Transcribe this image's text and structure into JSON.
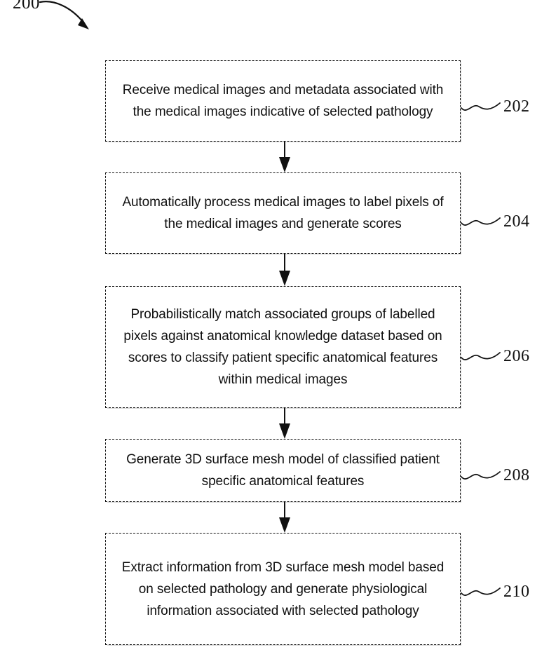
{
  "figure": {
    "number": "200",
    "type": "patent-flowchart",
    "orientation": "vertical-top-to-bottom"
  },
  "steps": [
    {
      "ref": "202",
      "text": "Receive medical images and metadata associated with the medical images indicative of selected pathology"
    },
    {
      "ref": "204",
      "text": "Automatically process medical images to label pixels of the medical images and generate scores"
    },
    {
      "ref": "206",
      "text": "Probabilistically match associated groups of labelled pixels against anatomical knowledge dataset based on scores to classify patient specific anatomical features within medical images"
    },
    {
      "ref": "208",
      "text": "Generate 3D surface mesh model of classified patient specific anatomical features"
    },
    {
      "ref": "210",
      "text": "Extract information from 3D surface mesh model based on selected pathology and generate physiological information associated with selected pathology"
    }
  ],
  "connectors": [
    {
      "from": "202",
      "to": "204",
      "arrow": "down-arrow-icon"
    },
    {
      "from": "204",
      "to": "206",
      "arrow": "down-arrow-icon"
    },
    {
      "from": "206",
      "to": "208",
      "arrow": "down-arrow-icon"
    },
    {
      "from": "208",
      "to": "210",
      "arrow": "down-arrow-icon"
    }
  ],
  "colors": {
    "ink": "#111111",
    "background": "#ffffff",
    "box_shadow": "#d8d8d8"
  }
}
